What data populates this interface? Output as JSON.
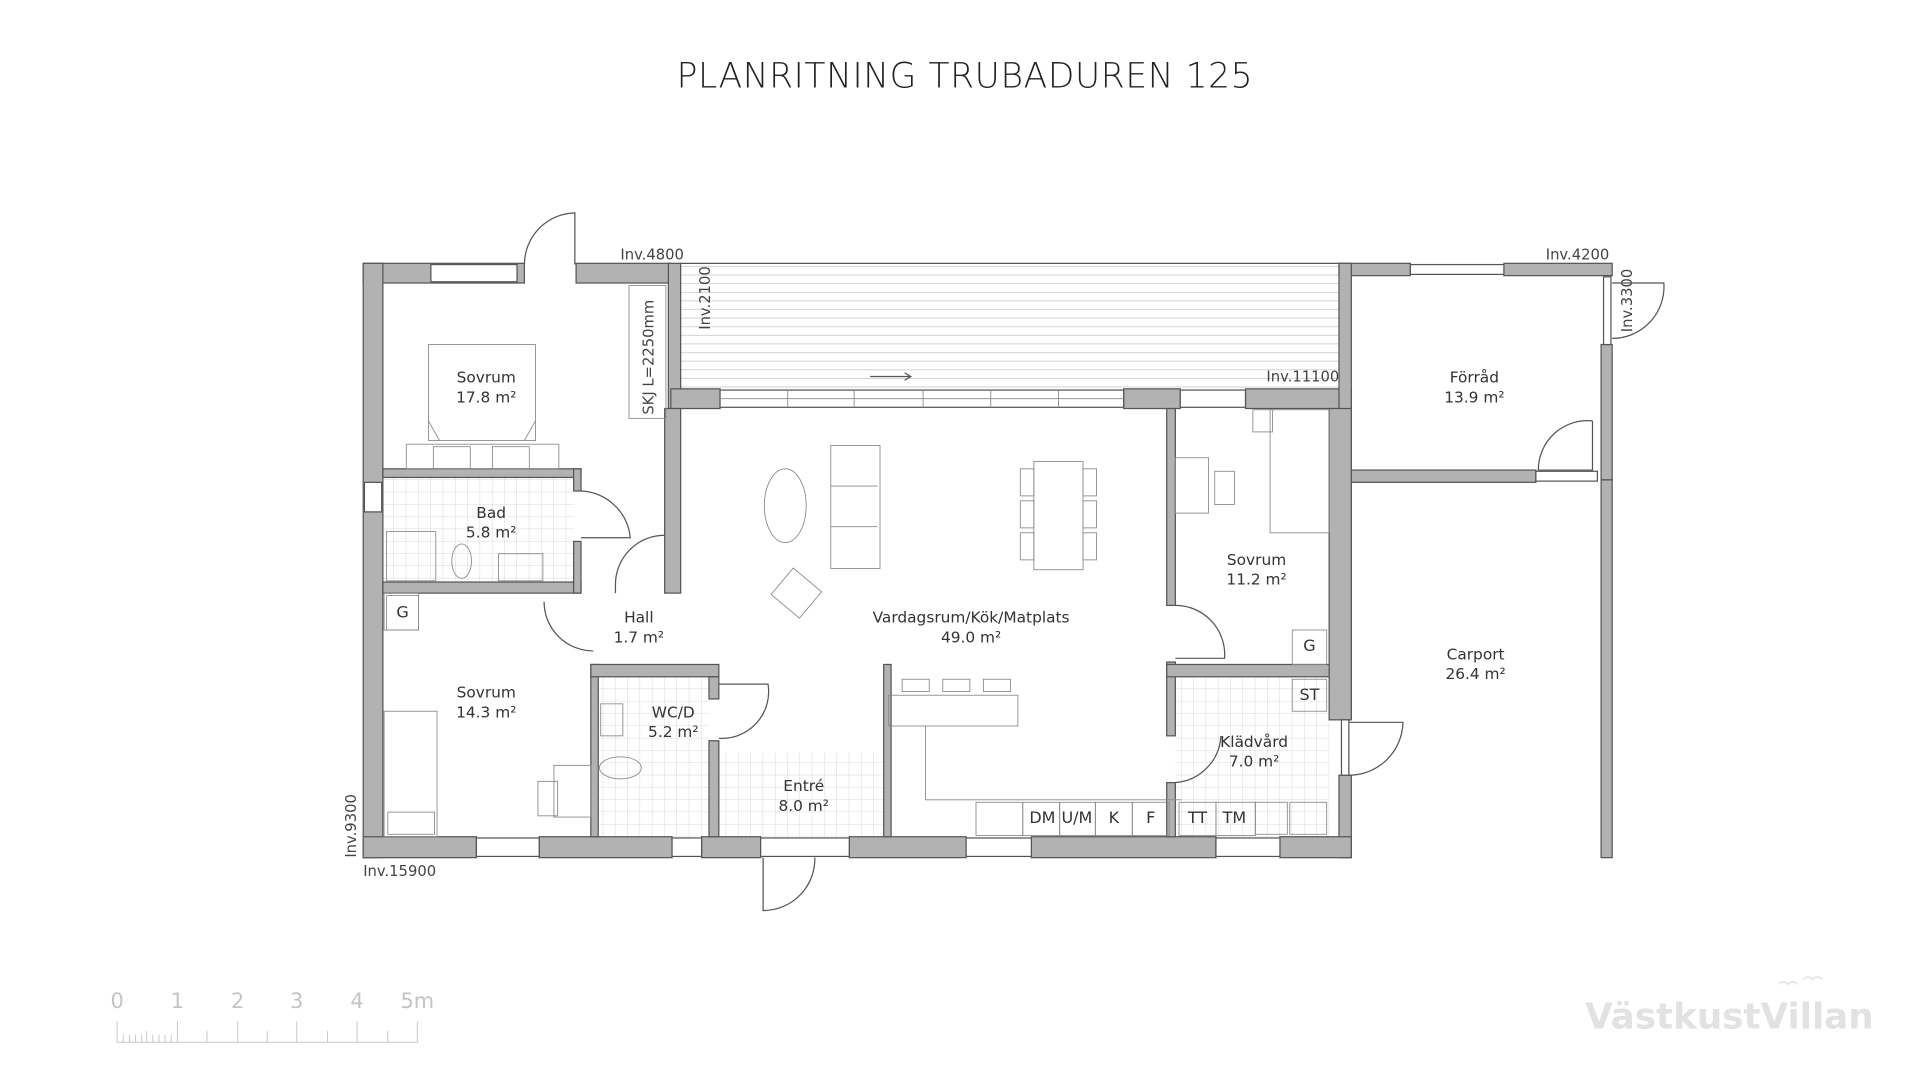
{
  "title": "PLANRITNING TRUBADUREN 125",
  "rooms": [
    {
      "name": "Sovrum",
      "area": "17.8 m²"
    },
    {
      "name": "Bad",
      "area": "5.8 m²"
    },
    {
      "name": "Hall",
      "area": "1.7 m²"
    },
    {
      "name": "Sovrum",
      "area": "14.3 m²"
    },
    {
      "name": "WC/D",
      "area": "5.2 m²"
    },
    {
      "name": "Entré",
      "area": "8.0 m²"
    },
    {
      "name": "Vardagsrum/Kök/Matplats",
      "area": "49.0 m²"
    },
    {
      "name": "Sovrum",
      "area": "11.2 m²"
    },
    {
      "name": "Klädvård",
      "area": "7.0 m²"
    },
    {
      "name": "Förråd",
      "area": "13.9 m²"
    },
    {
      "name": "Carport",
      "area": "26.4 m²"
    }
  ],
  "dimensions": {
    "inv4800": "Inv.4800",
    "inv2100": "Inv.2100",
    "inv11100": "Inv.11100",
    "inv4200": "Inv.4200",
    "inv3300": "Inv.3300",
    "inv9300": "Inv.9300",
    "inv15900": "Inv.15900",
    "skj": "SKJ L=2250mm"
  },
  "appliances": {
    "g1": "G",
    "g2": "G",
    "st": "ST",
    "tt": "TT",
    "tm": "TM",
    "dm": "DM",
    "um": "U/M",
    "k": "K",
    "f": "F"
  },
  "scale_bar": {
    "labels": [
      "0",
      "1",
      "2",
      "3",
      "4",
      "5m"
    ]
  },
  "logo": "VästkustVillan",
  "colors": {
    "wall": "#b2b2b2",
    "line": "#555555",
    "scale": "#c4c4c4"
  }
}
